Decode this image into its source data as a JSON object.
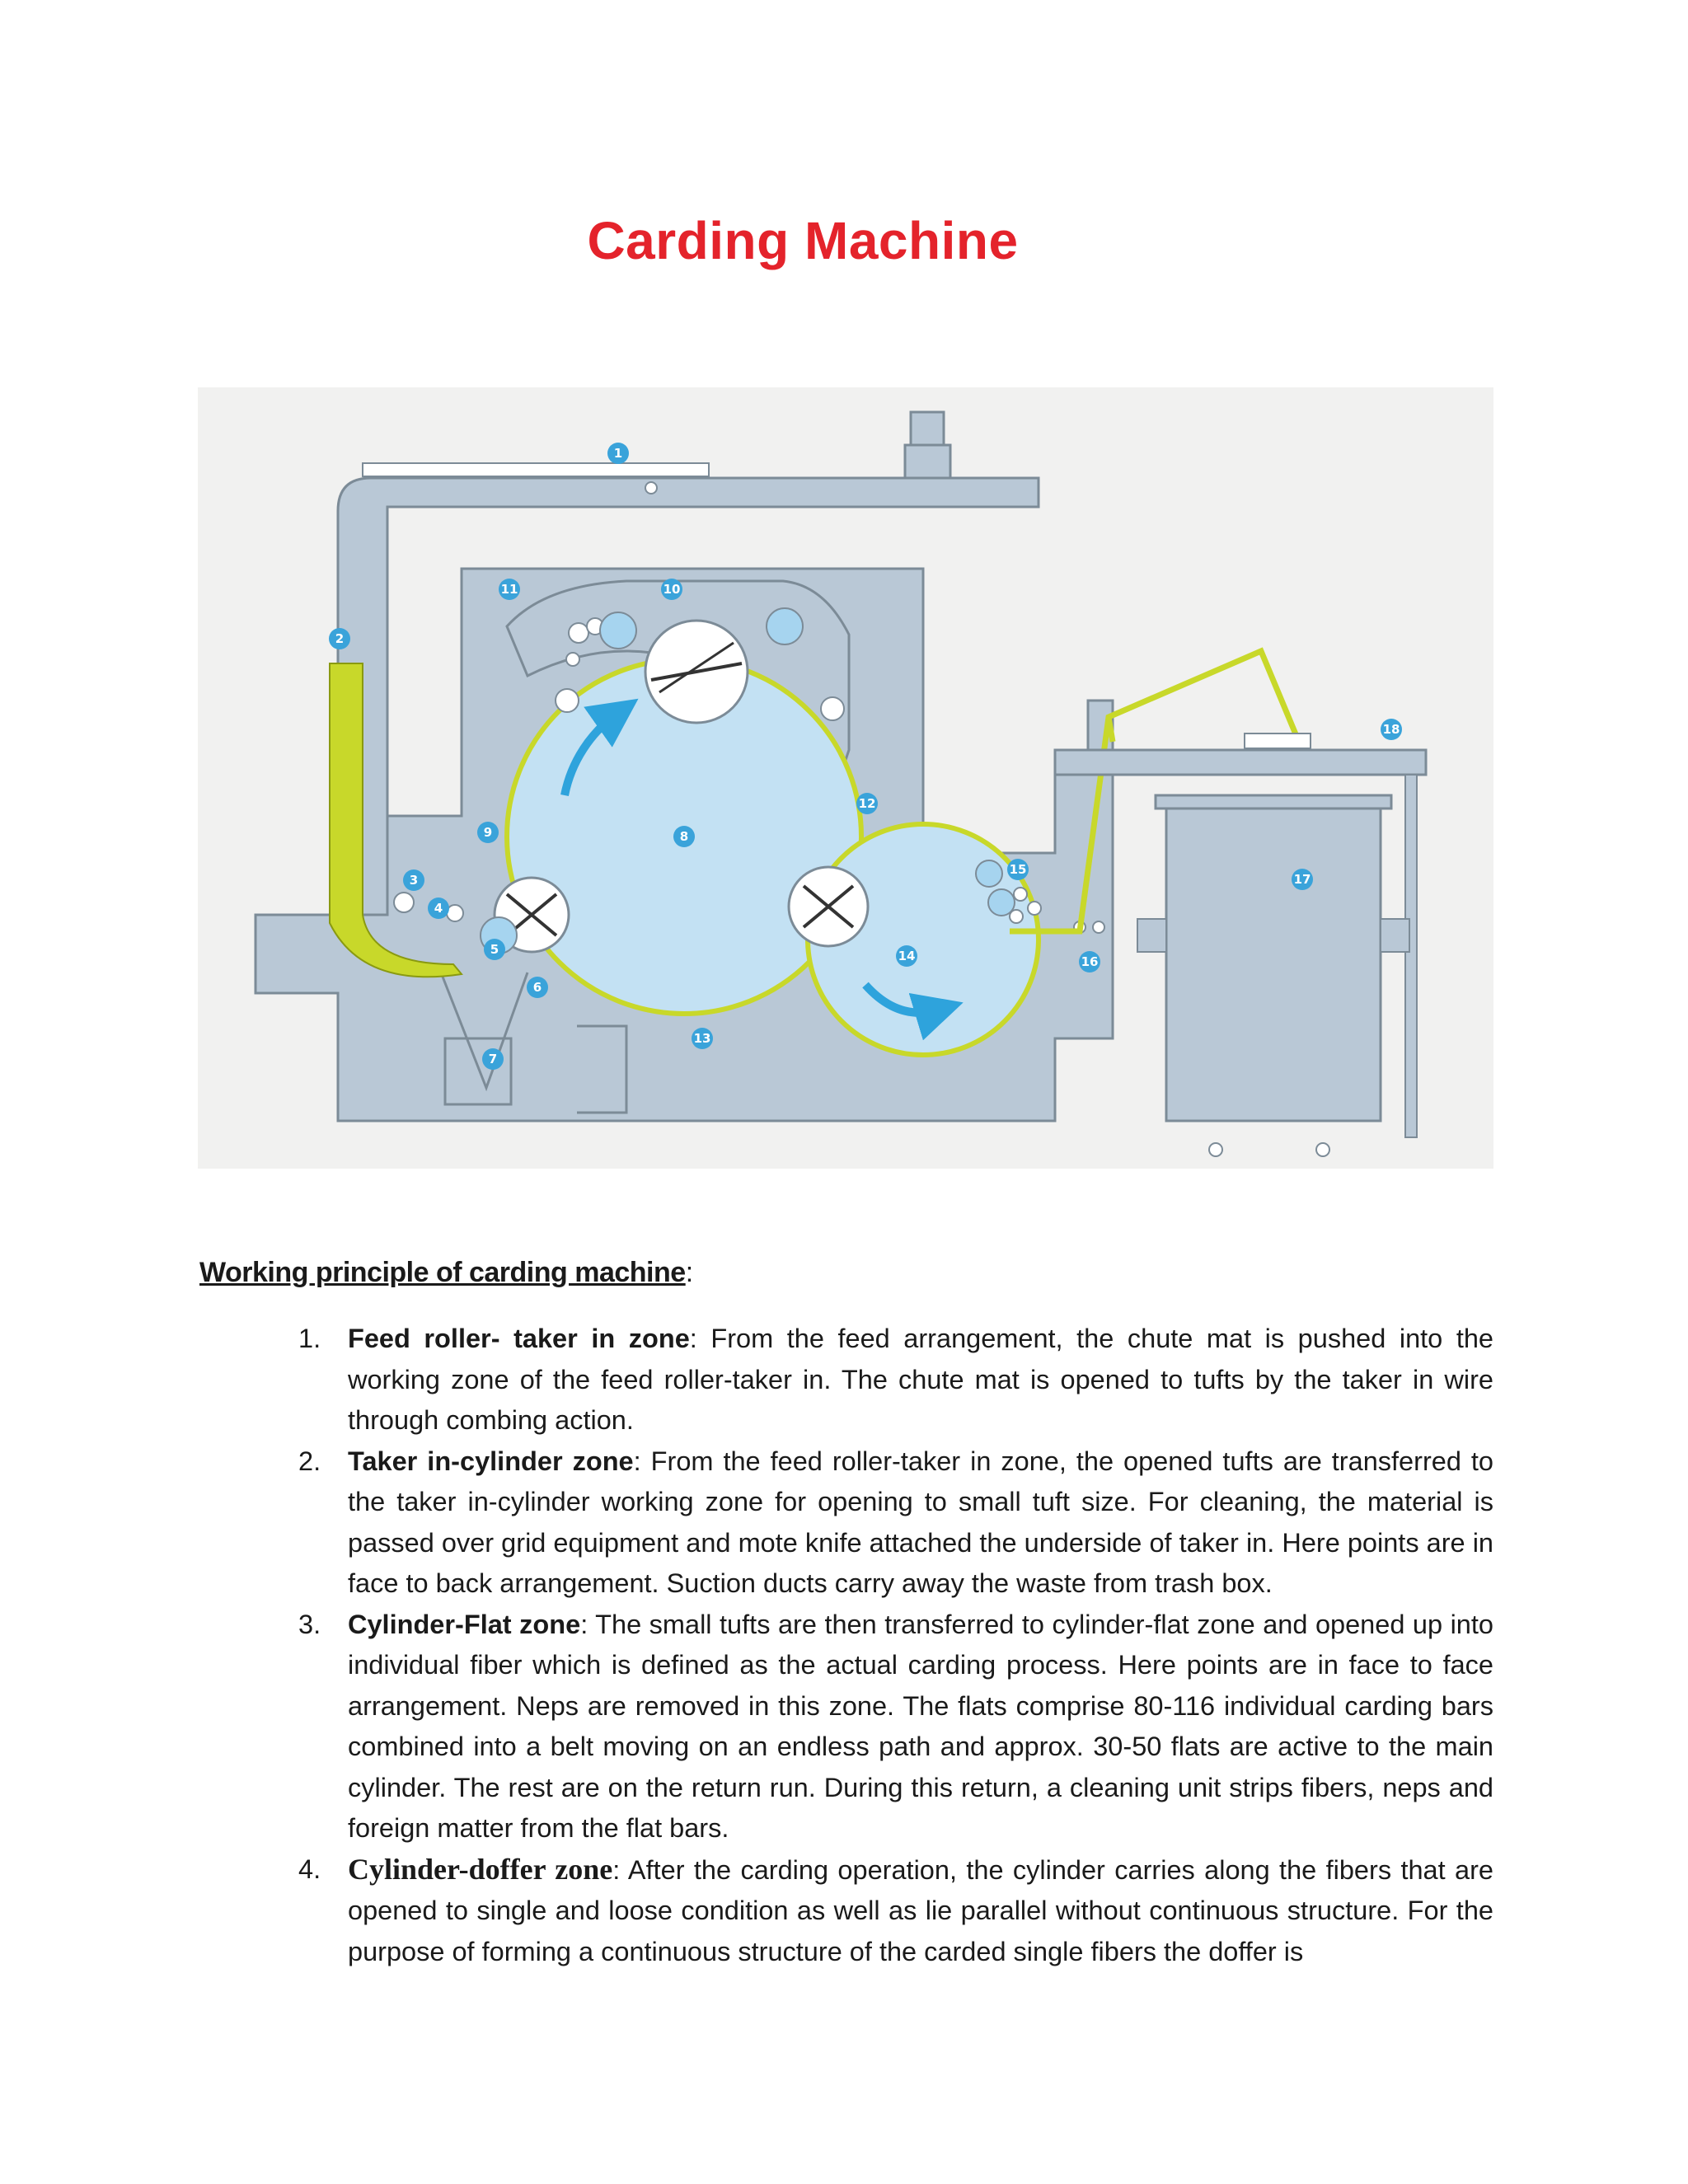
{
  "title": "Carding Machine",
  "diagram": {
    "labels": [
      "1",
      "2",
      "3",
      "4",
      "5",
      "6",
      "7",
      "8",
      "9",
      "10",
      "11",
      "12",
      "13",
      "14",
      "15",
      "16",
      "17",
      "18"
    ],
    "colors": {
      "frame": "#b9c8d6",
      "frame_dark": "#7c8b97",
      "cylinder": "#c3e1f3",
      "roller": "#a6d4ef",
      "fiber": "#c8d82a",
      "arrow": "#2ea3dc",
      "label_fill": "#3aa3da"
    }
  },
  "section": {
    "heading": "Working principle of carding machine",
    "colon": ":"
  },
  "steps": [
    {
      "number": "1.",
      "title": "Feed roller- taker in zone",
      "text": ": From the feed arrangement, the chute mat is pushed into the working zone of the feed roller-taker in. The chute mat is opened to tufts by the taker in wire through combing action."
    },
    {
      "number": "2.",
      "title": "Taker in-cylinder zone",
      "text": ": From the feed roller-taker in zone, the opened tufts are transferred to the taker in-cylinder working zone for opening to small tuft size. For cleaning, the material is passed over grid equipment and mote knife attached the underside of taker in. Here points are in face to back arrangement. Suction ducts carry away the waste from trash box."
    },
    {
      "number": "3.",
      "title": "Cylinder-Flat zone",
      "text": ": The small tufts are then transferred to cylinder-flat zone and opened up into individual fiber which is defined as the actual carding process. Here points are in face to face arrangement. Neps are removed in this zone. The flats comprise 80-116  individual carding bars combined into a belt moving on an endless path and approx. 30-50 flats are active to the main cylinder. The rest are on the return run. During this return, a cleaning unit strips fibers, neps and foreign matter from the flat bars."
    },
    {
      "number": "4.",
      "title": "Cylinder-doffer  zone",
      "text": ": After the carding operation, the cylinder carries along the fibers that are opened to single and loose condition as well as lie parallel without continuous structure. For the purpose of forming a continuous structure of the carded single fibers the doffer is"
    }
  ]
}
